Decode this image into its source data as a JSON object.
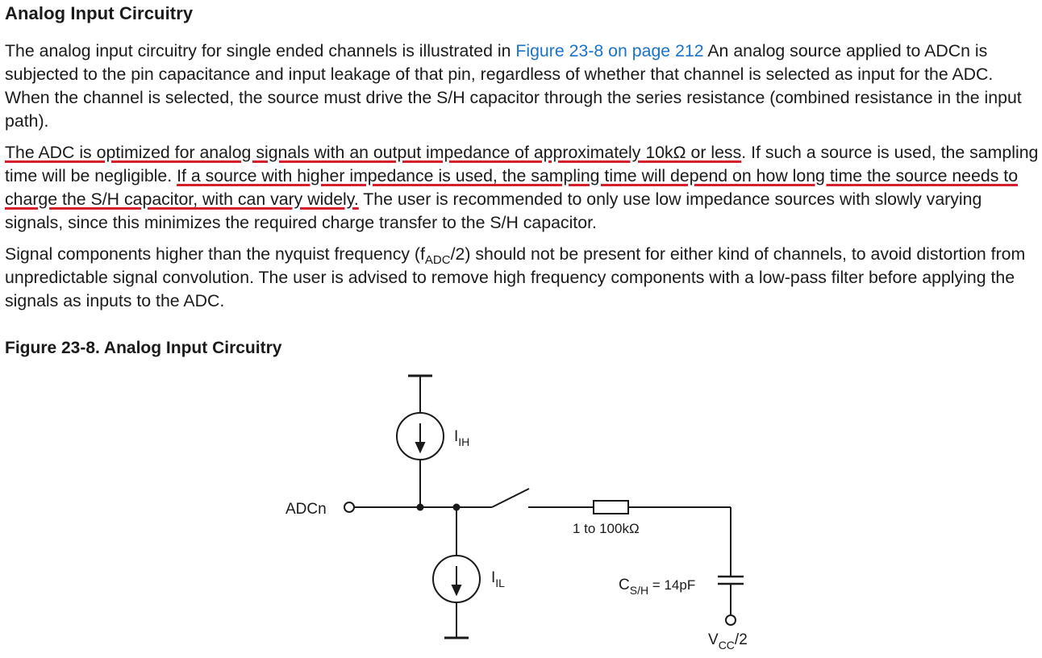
{
  "section": {
    "title": "Analog Input Circuitry"
  },
  "paragraph1": {
    "text_a": "The analog input circuitry for single ended channels is illustrated in ",
    "link": "Figure 23-8 on page 212",
    "text_b": " An analog source applied to ADCn is subjected to the pin capacitance and input leakage of that pin, regardless of whether that channel is selected as input for the ADC. When the channel is selected, the source must drive the S/H capacitor through the series resistance (combined resistance in the input path)."
  },
  "paragraph2": {
    "underlined_a": "The ADC is optimized for analog signals with an output impedance of approximately 10kΩ or less",
    "text_a": ". If such a source is used, the sampling time will be negligible. ",
    "underlined_b": "If a source with higher impedance is used, the sampling time will depend on how long time the source needs to charge the S/H capacitor, with can vary widely.",
    "text_b": " The user is recommended to only use low impedance sources with slowly varying signals, since this minimizes the required charge transfer to the S/H capacitor."
  },
  "paragraph3": {
    "text_a": "Signal components higher than the nyquist frequency (f",
    "sub": "ADC",
    "text_b": "/2) should not be present for either kind of channels, to avoid distortion from unpredictable signal convolution. The user is advised to remove high frequency components with a low-pass filter before applying the signals as inputs to the ADC."
  },
  "figure": {
    "title": "Figure 23-8.  Analog Input Circuitry",
    "labels": {
      "adc_pin": "ADCn",
      "iih_main": "I",
      "iih_sub": "IH",
      "iil_main": "I",
      "iil_sub": "IL",
      "resistor": "1 to 100kΩ",
      "cap_main": "C",
      "cap_sub": "S/H",
      "cap_value": " = 14pF",
      "vcc_main": "V",
      "vcc_sub": "CC",
      "vcc_suffix": "/2"
    }
  },
  "colors": {
    "link": "#1a73c8",
    "underline": "#d4202a"
  }
}
